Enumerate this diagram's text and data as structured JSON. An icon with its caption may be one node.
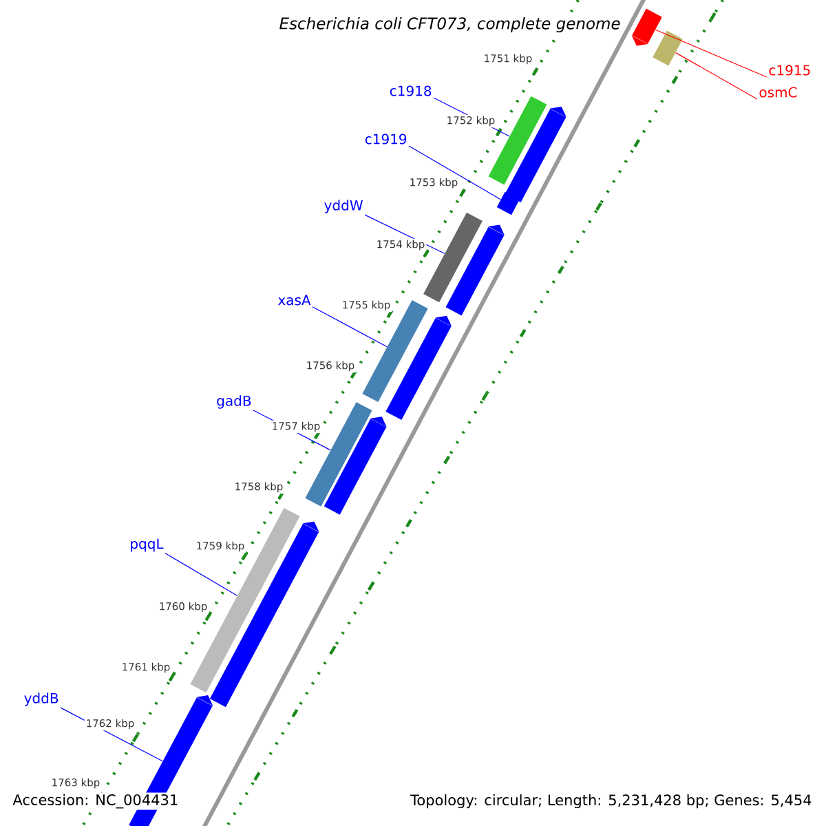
{
  "diagram": {
    "title": "Escherichia coli CFT073, complete genome",
    "nodes": [
      {
        "text": [
          "c1915"
        ]
      },
      {
        "text": [
          "osmC"
        ]
      },
      {
        "text": [
          "c1918"
        ]
      },
      {
        "text": [
          "c1919"
        ]
      },
      {
        "text": [
          "yddW"
        ]
      },
      {
        "text": [
          "xasA"
        ]
      },
      {
        "text": [
          "gadB"
        ]
      },
      {
        "text": [
          "pqqL"
        ]
      },
      {
        "text": [
          "yddB"
        ]
      },
      {
        "text": [],
        "shape": "bar"
      },
      {
        "text": [],
        "shape": "bar"
      },
      {
        "text": [],
        "shape": "bar"
      },
      {
        "text": [],
        "shape": "bar"
      },
      {
        "text": [],
        "shape": "bar"
      },
      {
        "text": [],
        "shape": "bar"
      },
      {
        "text": [],
        "shape": "bar"
      },
      {
        "text": [],
        "shape": "bar"
      },
      {
        "text": [],
        "shape": "bar"
      },
      {
        "text": [],
        "shape": "bar"
      },
      {
        "text": [],
        "shape": "bar"
      },
      {
        "text": [],
        "shape": "bar"
      },
      {
        "text": [],
        "shape": "bar"
      },
      {
        "text": [],
        "shape": "bar"
      }
    ],
    "edges": [
      {
        "from": 0,
        "to": 9,
        "arrow": "none",
        "color": "#ff0000"
      },
      {
        "from": 1,
        "to": 10,
        "arrow": "none",
        "color": "#ff0000"
      },
      {
        "from": 2,
        "to": 11,
        "arrow": "none"
      },
      {
        "from": 3,
        "to": 13,
        "arrow": "none"
      },
      {
        "from": 4,
        "to": 14,
        "arrow": "none"
      },
      {
        "from": 5,
        "to": 16,
        "arrow": "none"
      },
      {
        "from": 6,
        "to": 18,
        "arrow": "none"
      },
      {
        "from": 7,
        "to": 20,
        "arrow": "none"
      },
      {
        "from": 8,
        "to": 22,
        "arrow": "none"
      }
    ],
    "labels": [
      "1751 kbp",
      "1752 kbp",
      "1753 kbp",
      "1754 kbp",
      "1755 kbp",
      "1756 kbp",
      "1757 kbp",
      "1758 kbp",
      "1759 kbp",
      "1760 kbp",
      "1761 kbp",
      "1762 kbp",
      "1763 kbp",
      "Accession: NC_004431",
      "Topology: circular; Length: 5,231,428 bp; Genes: 5,454"
    ]
  }
}
